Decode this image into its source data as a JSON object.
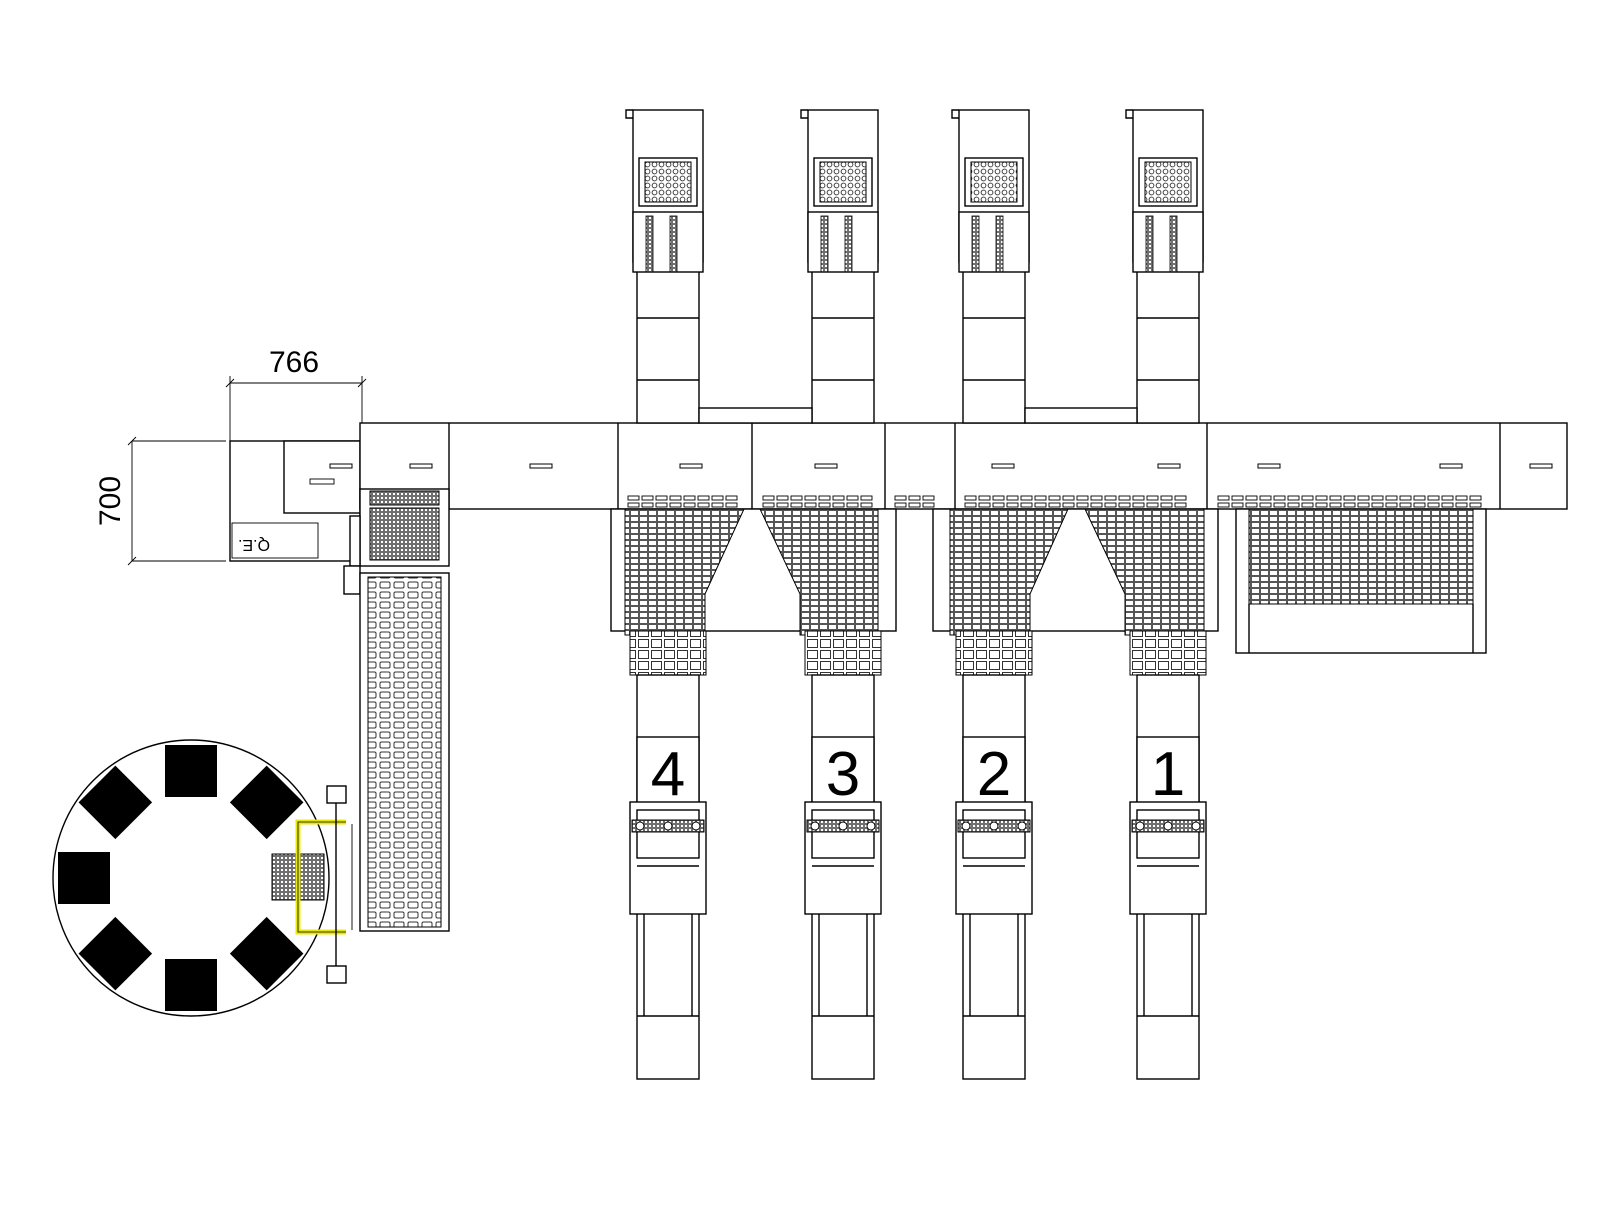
{
  "dimensions": {
    "width_label": "766",
    "height_label": "700"
  },
  "qe_label": "Q.E.",
  "lines": [
    {
      "number": "4"
    },
    {
      "number": "3"
    },
    {
      "number": "2"
    },
    {
      "number": "1"
    }
  ],
  "colors": {
    "line": "#000000",
    "background": "#ffffff",
    "accent_yellow": "#e8e800",
    "mesh": "#555555"
  }
}
